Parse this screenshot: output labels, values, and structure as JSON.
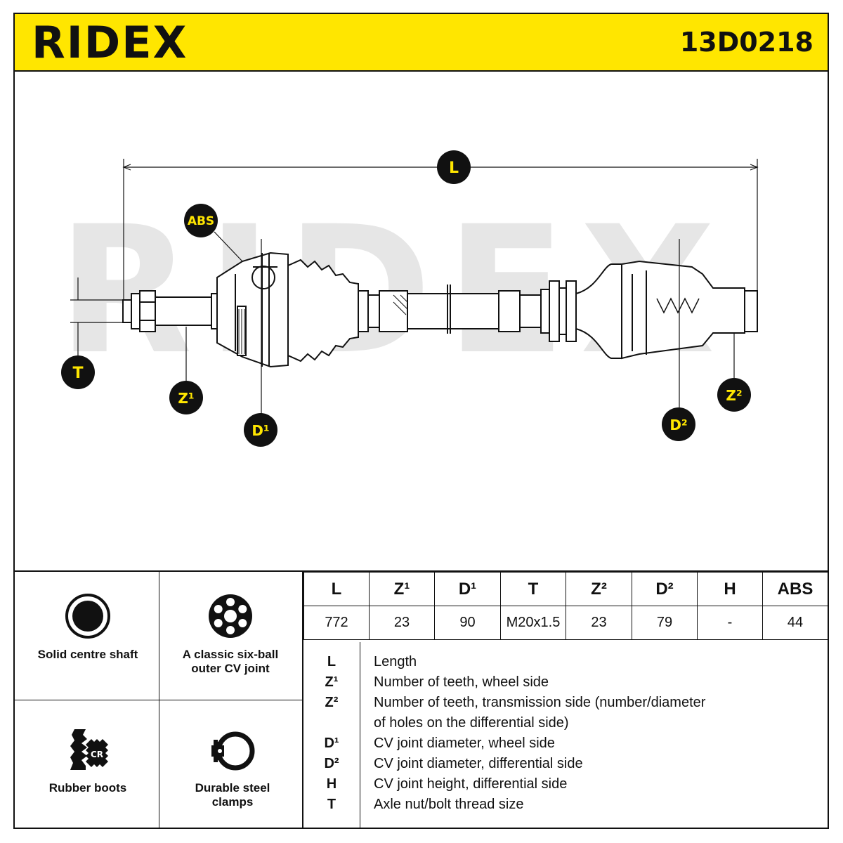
{
  "header": {
    "brand": "RIDEX",
    "part_number": "13D0218",
    "background": "#ffe600"
  },
  "diagram": {
    "watermark": "RIDEX",
    "labels": {
      "L": "L",
      "ABS": "ABS",
      "T": "T",
      "Z1": "Z¹",
      "D1": "D¹",
      "D2": "D²",
      "Z2": "Z²"
    }
  },
  "features": [
    {
      "icon": "solid-shaft-icon",
      "label": "Solid centre shaft"
    },
    {
      "icon": "six-ball-joint-icon",
      "label": "A classic six-ball outer CV joint"
    },
    {
      "icon": "rubber-boot-icon",
      "label": "Rubber boots",
      "badge": "CR"
    },
    {
      "icon": "steel-clamp-icon",
      "label": "Durable steel clamps"
    }
  ],
  "spec_table": {
    "headers": [
      "L",
      "Z¹",
      "D¹",
      "T",
      "Z²",
      "D²",
      "H",
      "ABS"
    ],
    "values": [
      "772",
      "23",
      "90",
      "M20x1.5",
      "23",
      "79",
      "-",
      "44"
    ]
  },
  "legend": [
    {
      "key": "L",
      "desc": "Length"
    },
    {
      "key": "Z¹",
      "desc": "Number of teeth, wheel side"
    },
    {
      "key": "Z²",
      "desc": "Number of teeth, transmission side (number/diameter"
    },
    {
      "key": "",
      "desc": "of holes on the differential side)"
    },
    {
      "key": "D¹",
      "desc": "CV joint diameter, wheel side"
    },
    {
      "key": "D²",
      "desc": "CV joint diameter, differential side"
    },
    {
      "key": "H",
      "desc": "CV joint height, differential side"
    },
    {
      "key": "T",
      "desc": "Axle nut/bolt thread size"
    }
  ]
}
